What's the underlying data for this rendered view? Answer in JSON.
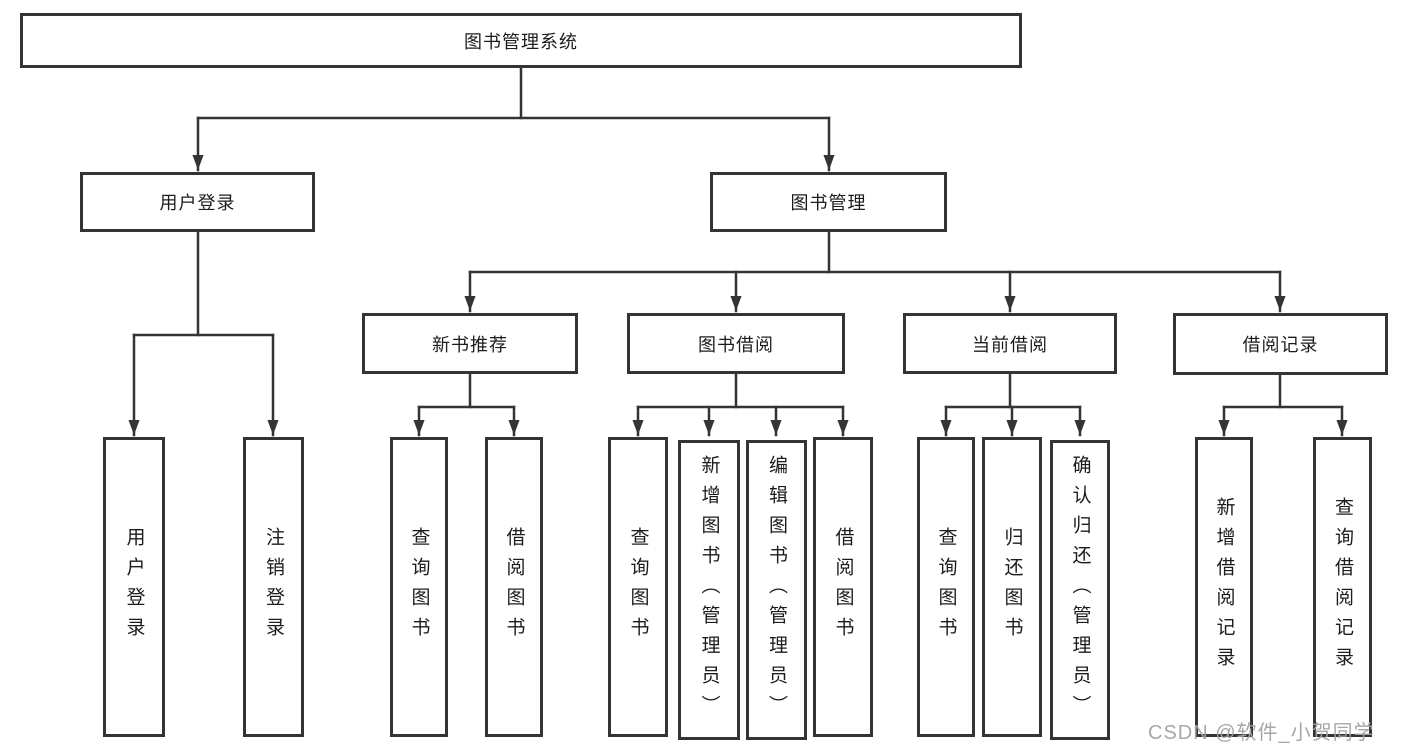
{
  "diagram": {
    "type": "tree",
    "title": "图书管理系统",
    "nodes": {
      "root": {
        "label": "图书管理系统"
      },
      "user_login": {
        "label": "用户登录"
      },
      "book_mgmt": {
        "label": "图书管理"
      },
      "login_leaf": {
        "label": "用户登录"
      },
      "logout_leaf": {
        "label": "注销登录"
      },
      "new_book_rec": {
        "label": "新书推荐"
      },
      "book_borrow": {
        "label": "图书借阅"
      },
      "current_borrow": {
        "label": "当前借阅"
      },
      "borrow_records": {
        "label": "借阅记录"
      },
      "rec_query_books": {
        "label": "查询图书"
      },
      "rec_borrow_books": {
        "label": "借阅图书"
      },
      "bb_query_books": {
        "label": "查询图书"
      },
      "bb_add_books": {
        "label": "新增图书（管理员）"
      },
      "bb_edit_books": {
        "label": "编辑图书（管理员）"
      },
      "bb_borrow_books": {
        "label": "借阅图书"
      },
      "cb_query_books": {
        "label": "查询图书"
      },
      "cb_return_books": {
        "label": "归还图书"
      },
      "cb_confirm_return": {
        "label": "确认归还（管理员）"
      },
      "br_add_record": {
        "label": "新增借阅记录"
      },
      "br_query_record": {
        "label": "查询借阅记录"
      }
    },
    "edges": [
      [
        "root",
        "user_login"
      ],
      [
        "root",
        "book_mgmt"
      ],
      [
        "user_login",
        "login_leaf"
      ],
      [
        "user_login",
        "logout_leaf"
      ],
      [
        "book_mgmt",
        "new_book_rec"
      ],
      [
        "book_mgmt",
        "book_borrow"
      ],
      [
        "book_mgmt",
        "current_borrow"
      ],
      [
        "book_mgmt",
        "borrow_records"
      ],
      [
        "new_book_rec",
        "rec_query_books"
      ],
      [
        "new_book_rec",
        "rec_borrow_books"
      ],
      [
        "book_borrow",
        "bb_query_books"
      ],
      [
        "book_borrow",
        "bb_add_books"
      ],
      [
        "book_borrow",
        "bb_edit_books"
      ],
      [
        "book_borrow",
        "bb_borrow_books"
      ],
      [
        "current_borrow",
        "cb_query_books"
      ],
      [
        "current_borrow",
        "cb_return_books"
      ],
      [
        "current_borrow",
        "cb_confirm_return"
      ],
      [
        "borrow_records",
        "br_add_record"
      ],
      [
        "borrow_records",
        "br_query_record"
      ]
    ],
    "colors": {
      "border": "#343434",
      "line": "#343434",
      "text": "#1c1c1c",
      "background": "#ffffff",
      "watermark": "#a2a2a2"
    }
  },
  "watermark": {
    "text": "CSDN @软件_小贺同学"
  }
}
